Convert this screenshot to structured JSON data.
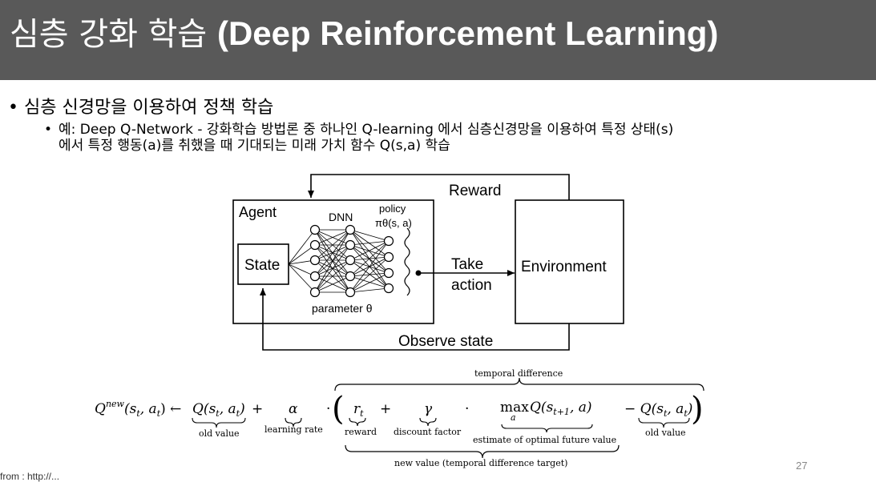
{
  "header": {
    "title_ko": "심층 강화 학습 ",
    "title_en": "(Deep Reinforcement Learning)"
  },
  "bullet": {
    "text": "심층 신경망을 이용하여 정책 학습"
  },
  "sub_bullet": {
    "line1": "예: Deep Q-Network - 강화학습 방법론 중 하나인 Q-learning 에서 심층신경망을 이용하여 특정 상태(s)",
    "line2": "에서 특정 행동(a)를 취했을 때 기대되는 미래 가치 함수 Q(s,a) 학습"
  },
  "diagram": {
    "reward": "Reward",
    "agent": "Agent",
    "dnn": "DNN",
    "policy": "policy",
    "policy_symbol": "πθ(s, a)",
    "state": "State",
    "parameter": "parameter θ",
    "take": "Take",
    "action": "action",
    "environment": "Environment",
    "observe": "Observe state"
  },
  "equation": {
    "lhs": "Qnew(st, at) ←",
    "old_q": "Q(st, at)",
    "plus": "+",
    "alpha": "α",
    "dot": "·",
    "r": "rt",
    "gamma": "γ",
    "max": "max",
    "max_sub": "a",
    "q_next": "Q(st+1, a)",
    "minus_q": "− Q(st, at)",
    "temporal_difference": "temporal difference",
    "old_value": "old value",
    "learning_rate": "learning rate",
    "reward": "reward",
    "discount_factor": "discount factor",
    "estimate": "estimate of optimal future value",
    "old_value_2": "old value",
    "new_value": "new value (temporal difference target)"
  },
  "page_number": "27",
  "source": "from : http://..."
}
